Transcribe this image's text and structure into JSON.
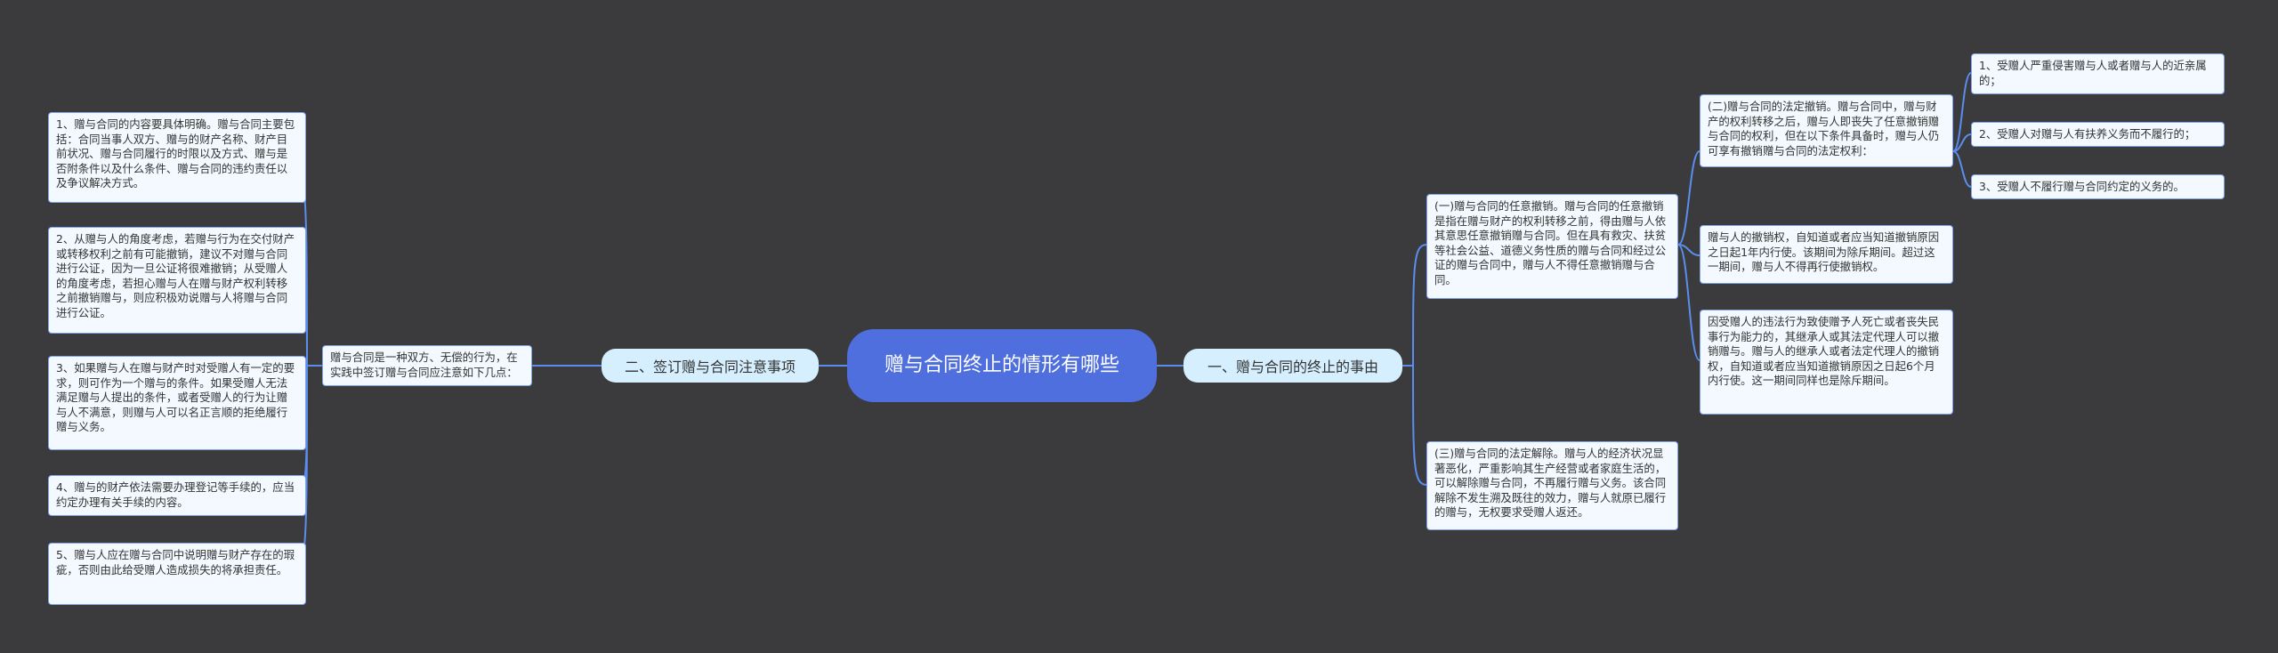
{
  "root": {
    "title": "赠与合同终止的情形有哪些"
  },
  "left_branch": {
    "label": "二、签订赠与合同注意事项",
    "intro": "赠与合同是一种双方、无偿的行为，在实践中签订赠与合同应注意如下几点：",
    "items": [
      "1、赠与合同的内容要具体明确。赠与合同主要包括：合同当事人双方、赠与的财产名称、财产目前状况、赠与合同履行的时限以及方式、赠与是否附条件以及什么条件、赠与合同的违约责任以及争议解决方式。",
      "2、从赠与人的角度考虑，若赠与行为在交付财产或转移权利之前有可能撤销，建议不对赠与合同进行公证，因为一旦公证将很难撤销；从受赠人的角度考虑，若担心赠与人在赠与财产权利转移之前撤销赠与，则应积极劝说赠与人将赠与合同进行公证。",
      "3、如果赠与人在赠与财产时对受赠人有一定的要求，则可作为一个赠与的条件。如果受赠人无法满足赠与人提出的条件，或者受赠人的行为让赠与人不满意，则赠与人可以名正言顺的拒绝履行赠与义务。",
      "4、赠与的财产依法需要办理登记等手续的，应当约定办理有关手续的内容。",
      "5、赠与人应在赠与合同中说明赠与财产存在的瑕疵，否则由此给受赠人造成损失的将承担责任。"
    ]
  },
  "right_branch": {
    "label": "一、赠与合同的终止的事由",
    "arbitrary_revocation": "(一)赠与合同的任意撤销。赠与合同的任意撤销是指在赠与财产的权利转移之前，得由赠与人依其意思任意撤销赠与合同。但在具有救灾、扶贫等社会公益、道德义务性质的赠与合同和经过公证的赠与合同中，赠与人不得任意撤销赠与合同。",
    "statutory_revocation": "(二)赠与合同的法定撤销。赠与合同中，赠与财产的权利转移之后，赠与人即丧失了任意撤销赠与合同的权利，但在以下条件具备时，赠与人仍可享有撤销赠与合同的法定权利：",
    "conditions": [
      "1、受赠人严重侵害赠与人或者赠与人的近亲属的；",
      "2、受赠人对赠与人有扶养义务而不履行的；",
      "3、受赠人不履行赠与合同约定的义务的。"
    ],
    "revocation_period": "赠与人的撤销权，自知道或者应当知道撤销原因之日起1年内行使。该期间为除斥期间。超过这一期间，赠与人不得再行使撤销权。",
    "heir_revocation": "因受赠人的违法行为致使赠予人死亡或者丧失民事行为能力的，其继承人或其法定代理人可以撤销赠与。赠与人的继承人或者法定代理人的撤销权，自知道或者应当知道撤销原因之日起6个月内行使。这一期间同样也是除斥期间。",
    "statutory_rescission": "(三)赠与合同的法定解除。赠与人的经济状况显著恶化，严重影响其生产经营或者家庭生活的，可以解除赠与合同，不再履行赠与义务。该合同解除不发生溯及既往的效力，赠与人就原已履行的赠与，无权要求受赠人返还。"
  },
  "colors": {
    "background": "#3b3b3d",
    "root": "#4f6fde",
    "branch": "#d6efff",
    "card": "#f3f9ff",
    "line": "#5b8def"
  }
}
